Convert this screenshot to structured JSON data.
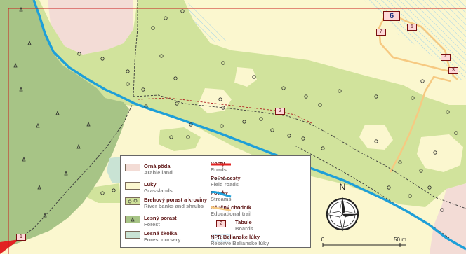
{
  "legend": {
    "arable": {
      "title": "Orná pôda",
      "sub": "Arable land"
    },
    "grass": {
      "title": "Lúky",
      "sub": "Grasslands"
    },
    "riverbank": {
      "title": "Brehový porast a kroviny",
      "sub": "River banks and shrubs"
    },
    "forest": {
      "title": "Lesný porast",
      "sub": "Forest"
    },
    "nursery": {
      "title": "Lesná škôlka",
      "sub": "Forest nursery"
    },
    "roads": {
      "title": "Cesty",
      "sub": "Roads"
    },
    "field_roads": {
      "title": "Poľné cesty",
      "sub": "Field roads"
    },
    "streams": {
      "title": "Potoky",
      "sub": "Streams"
    },
    "trail": {
      "title": "Náučný chodník",
      "sub": "Educational trail"
    },
    "boards": {
      "title": "Tabule",
      "sub": "Boards",
      "sample": "2"
    },
    "reserve": {
      "title": "NPR Belianske lúky",
      "sub": "Reserve Belianske lúky"
    }
  },
  "north_label": "N",
  "scale": {
    "start": "0",
    "end": "50 m"
  },
  "boards": [
    {
      "label": "1"
    },
    {
      "label": "2"
    },
    {
      "label": "3"
    },
    {
      "label": "4"
    },
    {
      "label": "5"
    },
    {
      "label": "6"
    },
    {
      "label": "7"
    }
  ],
  "colors": {
    "arable": "#f3dcd6",
    "grass": "#fbf7cf",
    "riverbank": "#d1e39c",
    "forest": "#a7c486",
    "nursery": "#c9e3d4",
    "stream": "#1e9fd8",
    "road": "#e22323",
    "trail": "#f6c981",
    "reserve_hatch": "#9ed1ea",
    "border": "#c81e1e"
  }
}
